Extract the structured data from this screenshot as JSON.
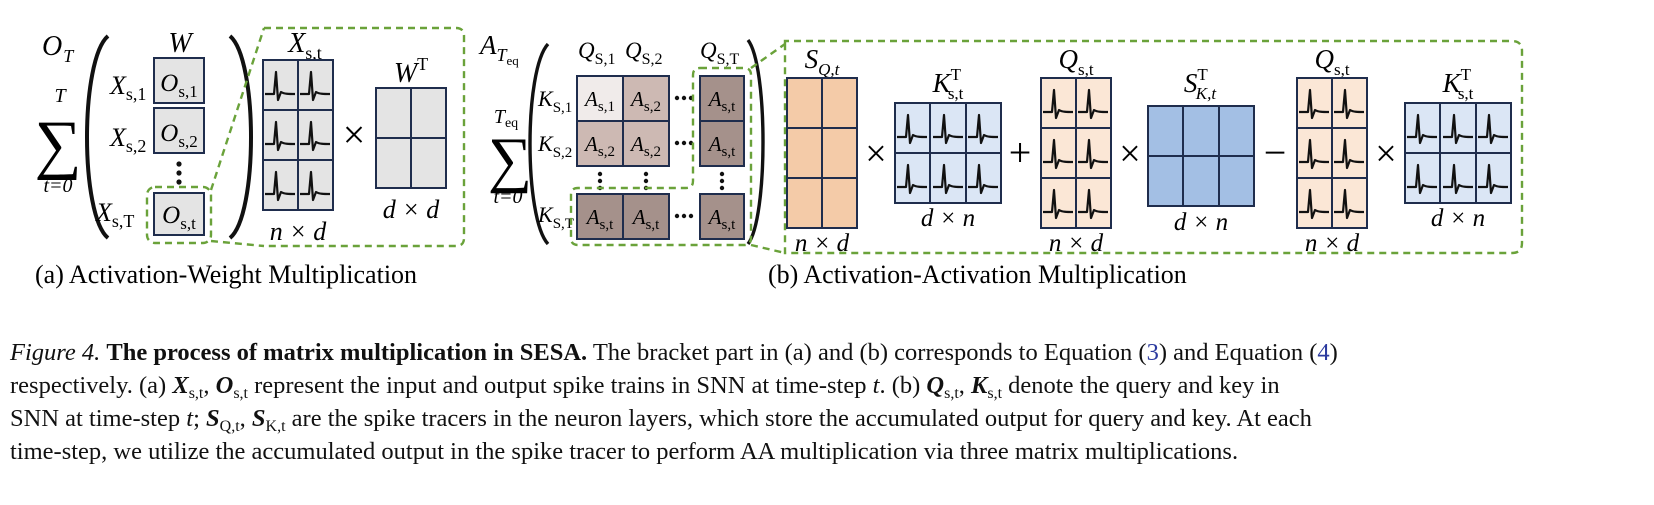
{
  "figure": {
    "panel_a": {
      "sum_upper": "T",
      "sum_lower": "t=0",
      "output_label": "O",
      "output_sub": "T",
      "weight_label": "W",
      "rows": [
        {
          "x": "X",
          "x_sub": "s,1",
          "o": "O",
          "o_sub": "s,1"
        },
        {
          "x": "X",
          "x_sub": "s,2",
          "o": "O",
          "o_sub": "s,2"
        },
        {
          "x": "X",
          "x_sub": "s,T",
          "o": "O",
          "o_sub": "s,t"
        }
      ],
      "spike_matrix_label": "X",
      "spike_matrix_sub": "s,t",
      "spike_matrix_dim": "n × d",
      "weight_matrix_label": "W",
      "weight_matrix_sup": "T",
      "weight_matrix_dim": "d × d",
      "op": "×",
      "caption": "(a)  Activation-Weight Multiplication"
    },
    "panel_b": {
      "sum_upper": "T",
      "sum_upper_sub": "eq",
      "sum_lower": "t=0",
      "output_label": "A",
      "output_sub": "T",
      "output_subsub": "eq",
      "q_headers": [
        {
          "v": "Q",
          "sub": "S,1"
        },
        {
          "v": "Q",
          "sub": "S,2"
        },
        {
          "v": "Q",
          "sub": "S,T"
        }
      ],
      "k_rows": [
        {
          "v": "K",
          "sub": "S,1"
        },
        {
          "v": "K",
          "sub": "S,2"
        },
        {
          "v": "K",
          "sub": "S,T"
        }
      ],
      "cells": [
        [
          {
            "v": "A",
            "sub": "s,1"
          },
          {
            "v": "A",
            "sub": "s,2"
          },
          {
            "v": "A",
            "sub": "s,t"
          }
        ],
        [
          {
            "v": "A",
            "sub": "s,2"
          },
          {
            "v": "A",
            "sub": "s,2"
          },
          {
            "v": "A",
            "sub": "s,t"
          }
        ],
        [
          {
            "v": "A",
            "sub": "s,t"
          },
          {
            "v": "A",
            "sub": "s,t"
          },
          {
            "v": "A",
            "sub": "s,t"
          }
        ]
      ],
      "terms": [
        {
          "label": "S",
          "sub": "Q,t",
          "sup": "",
          "dim": "n × d"
        },
        {
          "label": "K",
          "sub": "s,t",
          "sup": "T",
          "dim": "d × n"
        },
        {
          "label": "Q",
          "sub": "s,t",
          "sup": "",
          "dim": "n × d"
        },
        {
          "label": "S",
          "sub": "K,t",
          "sup": "T",
          "dim": "d × n"
        },
        {
          "label": "Q",
          "sub": "s,t",
          "sup": "",
          "dim": "n × d"
        },
        {
          "label": "K",
          "sub": "s,t",
          "sup": "T",
          "dim": "d × n"
        }
      ],
      "ops": [
        "×",
        "+",
        "×",
        "−",
        "×"
      ],
      "caption": "(b)  Activation-Activation Multiplication"
    }
  },
  "caption": {
    "label": "Figure 4.",
    "title": "The process of matrix multiplication in SESA.",
    "p1": " The bracket part in (a) and (b) corresponds to Equation (",
    "ref1": "3",
    "p2": ") and Equation (",
    "ref2": "4",
    "p3": ")",
    "p4": "respectively. (a) ",
    "sym_x": "X",
    "sym_x_sub": "s,t",
    "sep1": ", ",
    "sym_o": "O",
    "sym_o_sub": "s,t",
    "p5": " represent the input and output spike trains in SNN at time-step ",
    "t1": "t",
    "p6": ". (b) ",
    "sym_q": "Q",
    "sym_q_sub": "s,t",
    "sep2": ", ",
    "sym_k": "K",
    "sym_k_sub": "s,t",
    "p7": " denote the query and key in",
    "p8": "SNN at time-step ",
    "t2": "t",
    "p9": "; ",
    "sym_sq": "S",
    "sym_sq_sub": "Q,t",
    "sep3": ", ",
    "sym_sk": "S",
    "sym_sk_sub": "K,t",
    "p10": " are the spike tracers in the neuron layers, which store the accumulated output for query and key. At each",
    "p11": "time-step, we utilize the accumulated output in the spike tracer to perform AA multiplication via three matrix multiplications."
  },
  "colors": {
    "green_dash": "#6aa23a",
    "navy": "#1f2d4d",
    "gray_cell": "#e4e4e4",
    "orange": "#f4cba8",
    "orange_light": "#fbe7d6",
    "blue_light": "#dbe6f5",
    "blue": "#a3bfe4",
    "attn_1": "#f0ebea",
    "attn_2": "#cdb9b3",
    "attn_3": "#a5918b"
  }
}
